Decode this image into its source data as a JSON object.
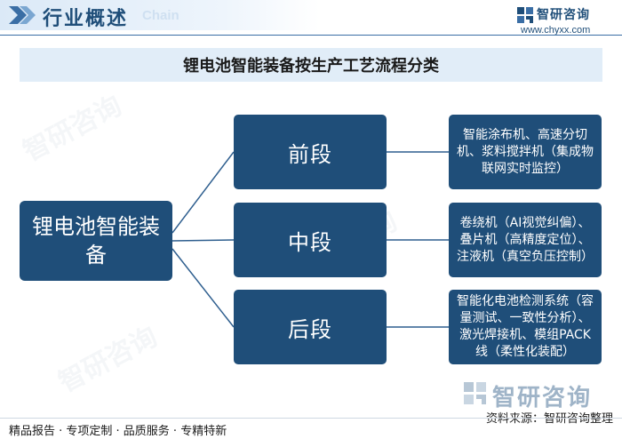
{
  "header": {
    "title": "行业概述",
    "subtitle": "Chain",
    "brand_name": "智研咨询",
    "brand_url": "www.chyxx.com"
  },
  "diagram": {
    "title": "锂电池智能装备按生产工艺流程分类",
    "root": "锂电池智能装备",
    "stages": [
      {
        "label": "前段",
        "detail": "智能涂布机、高速分切机、浆料搅拌机（集成物联网实时监控）"
      },
      {
        "label": "中段",
        "detail": "卷绕机（AI视觉纠偏）、叠片机（高精度定位）、注液机（真空负压控制）"
      },
      {
        "label": "后段",
        "detail": "智能化电池检测系统（容量测试、一致性分析）、激光焊接机、模组PACK线（柔性化装配）"
      }
    ]
  },
  "watermark": {
    "brand": "智研咨询"
  },
  "footer": {
    "left": "精品报告 · 专项定制 · 品质服务 · 专精特新",
    "right": "资料来源：智研咨询整理"
  },
  "colors": {
    "node_fill": "#1f4e79",
    "connector": "#2f5f8f",
    "title_bar": "#e1edf8"
  }
}
